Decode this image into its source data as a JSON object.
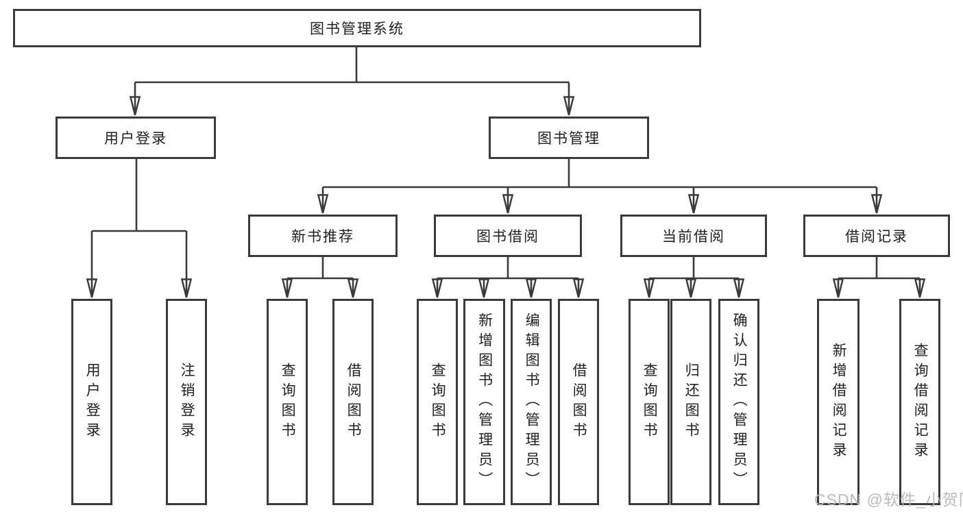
{
  "diagram": {
    "root": "图书管理系统",
    "branches": [
      {
        "label": "用户登录",
        "children": [
          "用户登录",
          "注销登录"
        ]
      },
      {
        "label": "图书管理",
        "sections": [
          {
            "label": "新书推荐",
            "children": [
              "查询图书",
              "借阅图书"
            ]
          },
          {
            "label": "图书借阅",
            "children": [
              "查询图书",
              "新增图书（管理员）",
              "编辑图书（管理员）",
              "借阅图书"
            ]
          },
          {
            "label": "当前借阅",
            "children": [
              "查询图书",
              "归还图书",
              "确认归还（管理员）"
            ]
          },
          {
            "label": "借阅记录",
            "children": [
              "新增借阅记录",
              "查询借阅记录"
            ]
          }
        ]
      }
    ]
  },
  "watermark": {
    "text": "CSDN @软件_小贺同学"
  },
  "colors": {
    "line": "#3a3a3a",
    "text": "#212121",
    "watermark": "#b4b4b4",
    "background": "#ffffff"
  }
}
